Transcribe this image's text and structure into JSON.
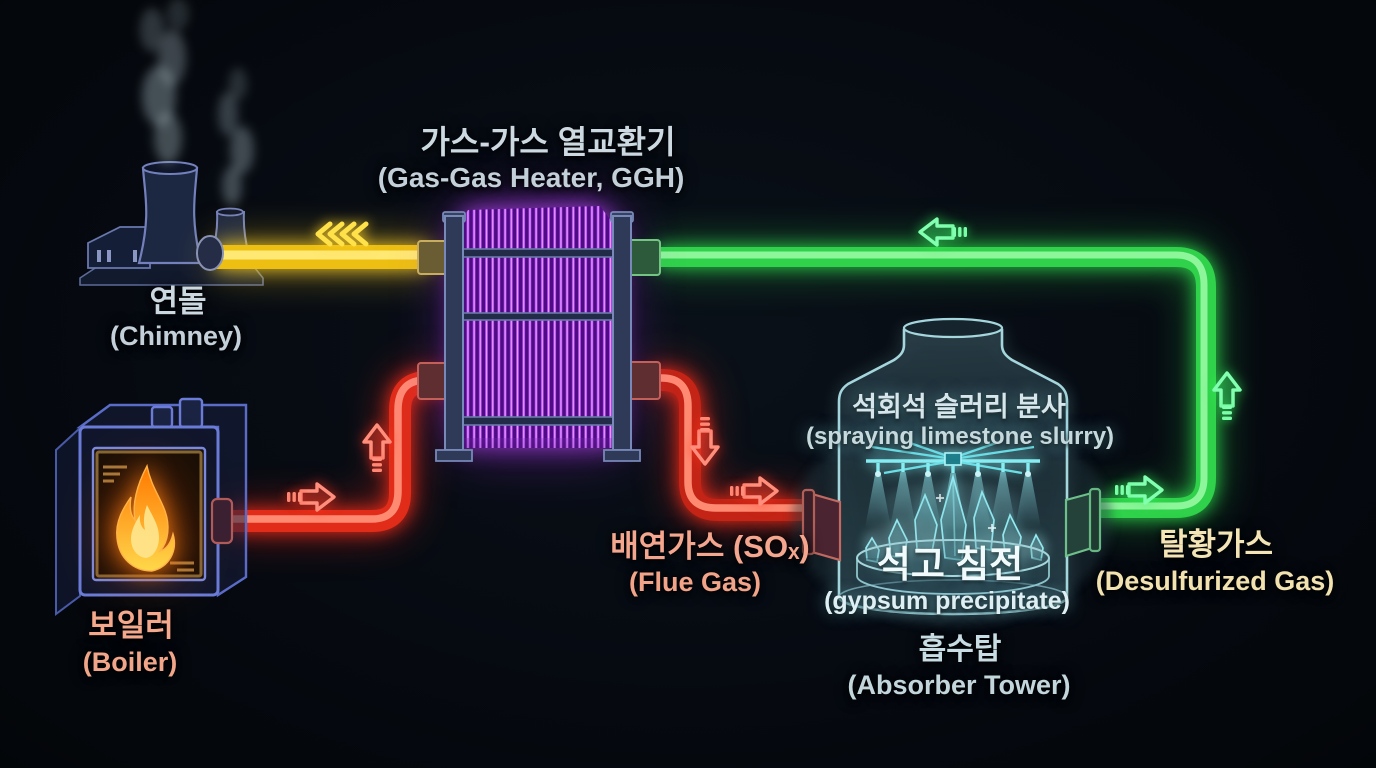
{
  "diagram": {
    "title": {
      "ko": "가스-가스 열교환기",
      "en": "(Gas-Gas Heater, GGH)"
    },
    "nodes": {
      "chimney": {
        "ko": "연돌",
        "en": "(Chimney)"
      },
      "boiler": {
        "ko": "보일러",
        "en": "(Boiler)"
      },
      "absorber_tower": {
        "ko": "흡수탑",
        "en": "(Absorber Tower)",
        "spray_ko": "석회석 슬러리 분사",
        "spray_en": "(spraying limestone slurry)",
        "gypsum_ko": "석고 침전",
        "gypsum_en": "(gypsum precipitate)"
      }
    },
    "flows": {
      "flue_gas": {
        "ko": "배연가스 (SOₓ)",
        "en": "(Flue Gas)"
      },
      "desulfurized_gas": {
        "ko": "탈황가스",
        "en": "(Desulfurized Gas)"
      }
    },
    "colors": {
      "flue_gas_pipe": "#e02c18",
      "desulfurized_gas_pipe": "#2fd24a",
      "reheated_gas_pipe": "#edbf12",
      "ggh_plates": "#b44df2",
      "spray": "#86eef2",
      "flue_label": "#f4a78e",
      "desulfurized_label": "#f4e5b6",
      "boiler_label": "#f4a98c",
      "neutral_label": "#ccd8e0"
    }
  }
}
